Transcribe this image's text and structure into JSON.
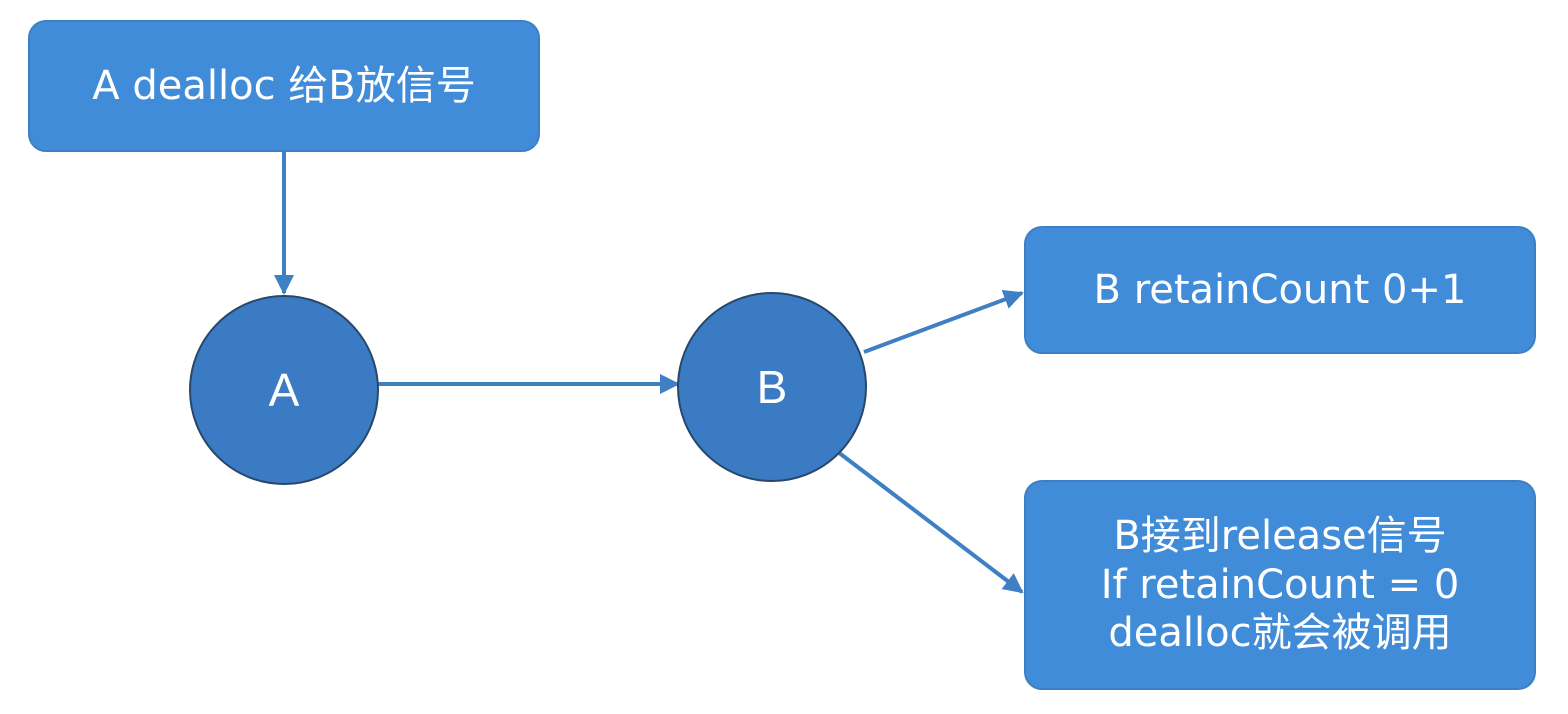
{
  "nodes": {
    "a": {
      "label": "A"
    },
    "b": {
      "label": "B"
    }
  },
  "boxes": {
    "signal": {
      "text": "A dealloc 给B放信号"
    },
    "retain": {
      "text": "B retainCount 0+1"
    },
    "release": {
      "lines": [
        "B接到release信号",
        "If retainCount = 0",
        "dealloc就会被调用"
      ]
    }
  },
  "colors": {
    "box_fill": "#418cd8",
    "node_fill": "#3b7bc4",
    "node_border": "#27476b",
    "arrow": "#3f7fc3",
    "text": "#ffffff"
  }
}
